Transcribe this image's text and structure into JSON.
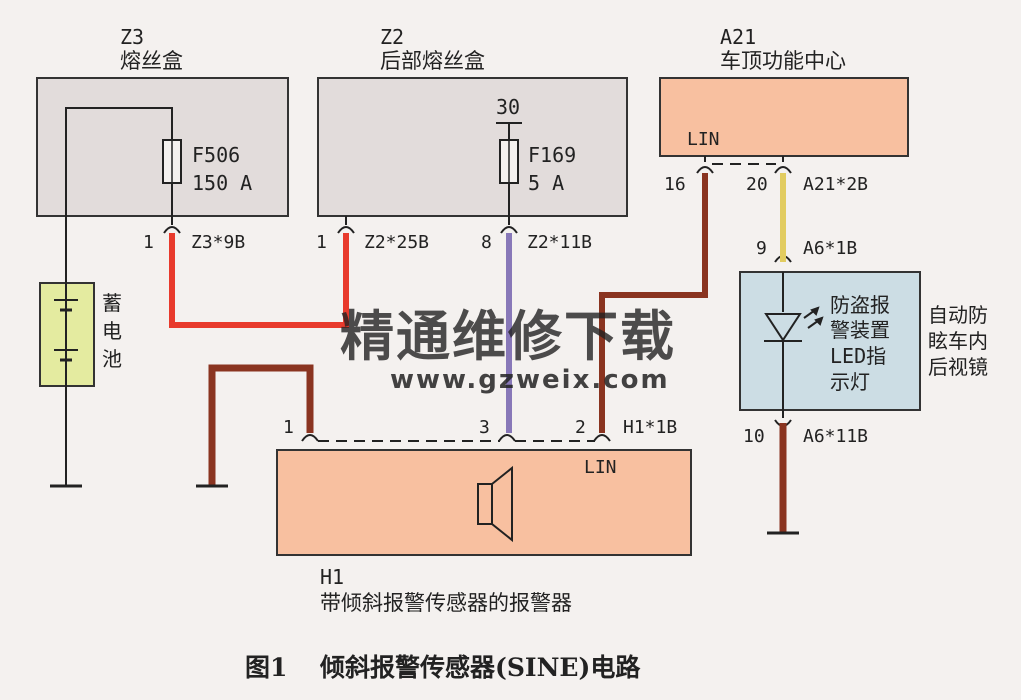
{
  "caption": {
    "label": "图1",
    "text": "倾斜报警传感器(SINE)电路"
  },
  "components": {
    "z3": {
      "code": "Z3",
      "name": "熔丝盒",
      "fuse_id": "F506",
      "fuse_rating": "150 A",
      "pin": "1",
      "connector": "Z3*9B"
    },
    "z2": {
      "code": "Z2",
      "name": "后部熔丝盒",
      "supply": "30",
      "fuse_id": "F169",
      "fuse_rating": "5 A",
      "pin_left": "1",
      "connector_left": "Z2*25B",
      "pin_right": "8",
      "connector_right": "Z2*11B"
    },
    "a21": {
      "code": "A21",
      "name": "车顶功能中心",
      "lin_label": "LIN",
      "pin_left": "16",
      "pin_right": "20",
      "connector": "A21*2B"
    },
    "mirror": {
      "pin_top": "9",
      "connector_top": "A6*1B",
      "led_line1": "防盗报",
      "led_line2": "警装置",
      "led_line3": "LED指",
      "led_line4": "示灯",
      "side_line1": "自动防",
      "side_line2": "眩车内",
      "side_line3": "后视镜",
      "pin_bottom": "10",
      "connector_bottom": "A6*11B"
    },
    "battery": {
      "label_line1": "蓄",
      "label_line2": "电",
      "label_line3": "池"
    },
    "h1": {
      "code": "H1",
      "name": "带倾斜报警传感器的报警器",
      "pin1": "1",
      "pin3": "3",
      "pin2": "2",
      "connector": "H1*1B",
      "lin_label": "LIN"
    }
  },
  "watermark": {
    "cn": "精通维修下载",
    "url": "www.gzweix.com"
  },
  "colors": {
    "red": "#e83a2c",
    "purple": "#8878b8",
    "brown": "#8a3420",
    "yellow": "#e2cc60",
    "gray_box": "#e2dcdb",
    "salmon_box": "#f8c0a0",
    "blue_box": "#ccdde4",
    "battery": "#e4eba0"
  }
}
